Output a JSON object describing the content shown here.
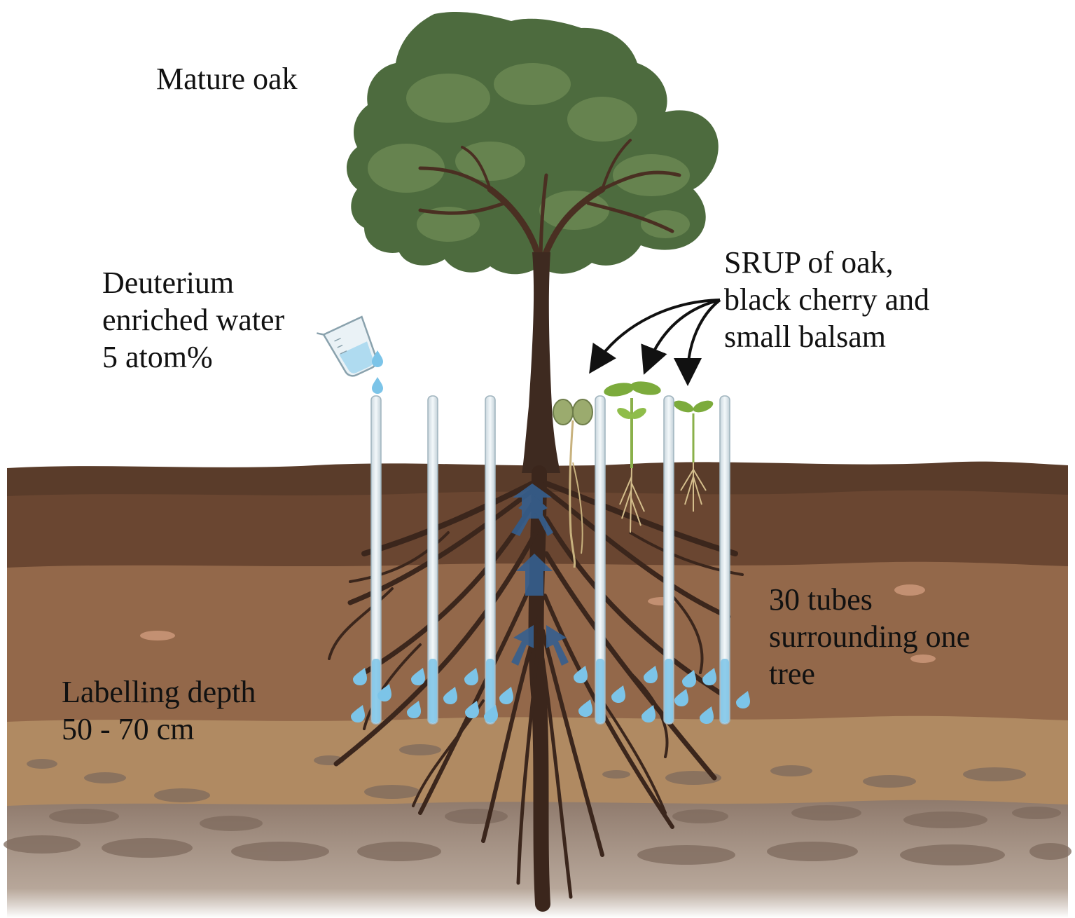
{
  "labels": {
    "mature_oak": "Mature oak",
    "deuterium": [
      "Deuterium",
      "enriched water",
      "5 atom%"
    ],
    "srup": [
      "SRUP of oak,",
      "black cherry and",
      "small balsam"
    ],
    "tubes": [
      "30 tubes",
      "surrounding one",
      "tree"
    ],
    "labelling_depth": [
      "Labelling depth",
      "50 - 70 cm"
    ]
  },
  "colors": {
    "soil_top": "#5a3c2a",
    "soil_layer2": "#6a4631",
    "soil_layer3": "#93684a",
    "soil_layer4": "#b08a62",
    "soil_bottom": "#8f7a6c",
    "canopy_dark": "#4d6b3e",
    "canopy_light": "#66834f",
    "trunk": "#3e2a20",
    "root": "#3b261c",
    "tube": "#dfe9ee",
    "water": "#7cc4e8",
    "arrow": "#355f8f",
    "seedling_green": "#7cab3c",
    "oak_seedling": "#9bab6e"
  },
  "icons": [
    "measuring-cup-icon",
    "water-drop-icon",
    "upward-arrow-icon",
    "curved-arrow-icon",
    "seedling-icon"
  ]
}
